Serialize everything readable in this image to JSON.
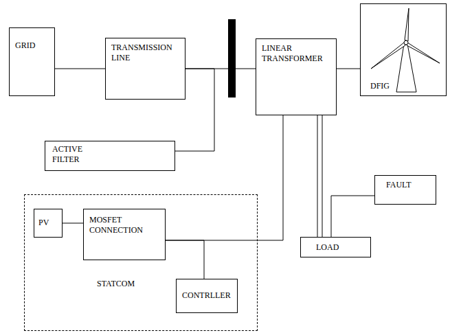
{
  "diagram": {
    "nodes": [
      {
        "text": [
          "GRID"
        ]
      },
      {
        "text": [
          "TRANSMISSION LINE"
        ]
      },
      {
        "text": [
          "LINEAR TRANSFORMER"
        ]
      },
      {
        "text": [
          "DFIG"
        ]
      },
      {
        "text": [
          "ACTIVE FILTER"
        ]
      },
      {
        "text": [
          "FAULT"
        ]
      },
      {
        "text": [
          "STATCOM"
        ]
      },
      {
        "text": [
          "PV"
        ],
        "in": 6
      },
      {
        "text": [
          "MOSFET CONNECTION"
        ],
        "in": 6
      },
      {
        "text": [
          "LOAD"
        ]
      },
      {
        "text": [
          "CONTRLLER"
        ],
        "in": 6
      }
    ],
    "edges": [
      {
        "from": 0,
        "to": 1,
        "arrow": "none"
      },
      {
        "from": 1,
        "to": 2,
        "arrow": "none"
      },
      {
        "from": 2,
        "to": 3,
        "arrow": "none"
      },
      {
        "from": 4,
        "to": 1,
        "arrow": "none"
      },
      {
        "from": 7,
        "to": 8,
        "arrow": "none"
      },
      {
        "from": 8,
        "to": 2,
        "arrow": "none"
      },
      {
        "from": 10,
        "to": 8,
        "arrow": "none"
      },
      {
        "from": 2,
        "to": 9,
        "arrow": "none"
      },
      {
        "from": 5,
        "to": 9,
        "arrow": "none"
      }
    ]
  }
}
